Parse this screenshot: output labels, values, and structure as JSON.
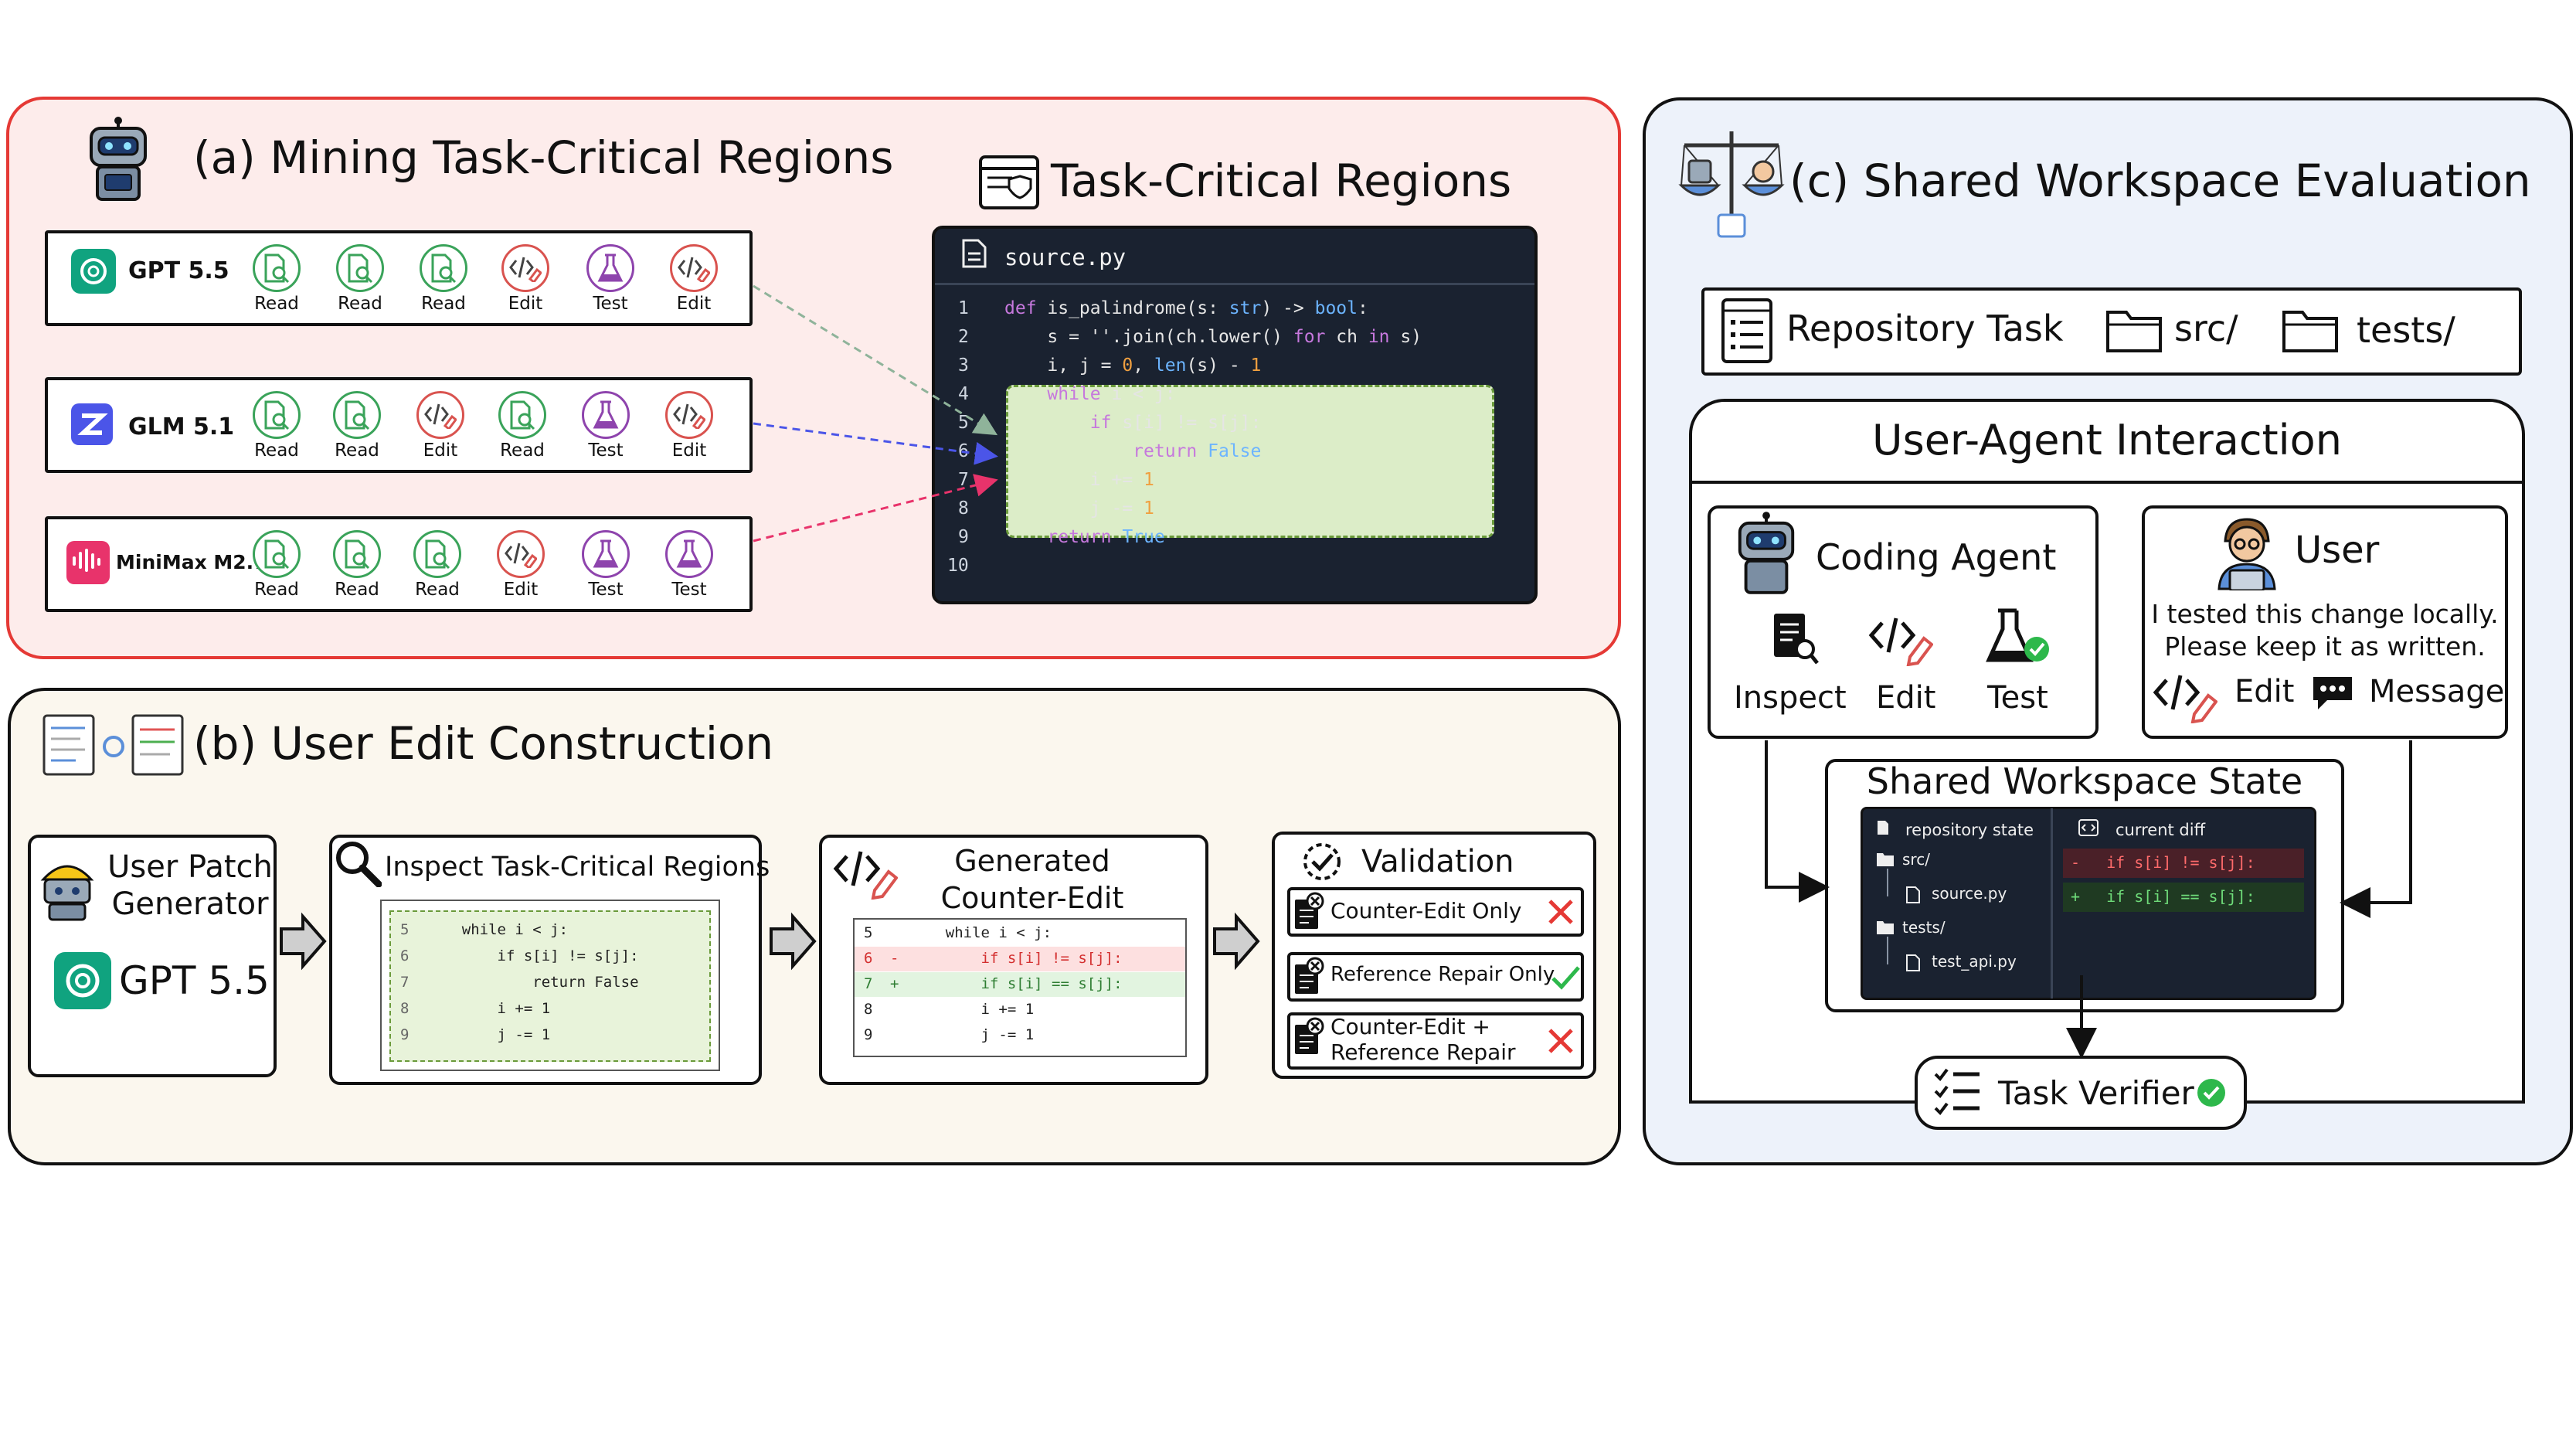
{
  "panel_a": {
    "title": "(a) Mining Task-Critical Regions",
    "models": [
      {
        "name": "GPT 5.5",
        "steps": [
          "Read",
          "Read",
          "Read",
          "Edit",
          "Test",
          "Edit"
        ]
      },
      {
        "name": "GLM 5.1",
        "steps": [
          "Read",
          "Read",
          "Edit",
          "Read",
          "Test",
          "Edit"
        ]
      },
      {
        "name": "MiniMax M2.7",
        "steps": [
          "Read",
          "Read",
          "Read",
          "Edit",
          "Test",
          "Test"
        ]
      }
    ],
    "regions_title": "Task-Critical Regions",
    "file_name": "source.py",
    "code_lines": [
      {
        "num": "1",
        "text": "def is_palindrome(s: str) -> bool:"
      },
      {
        "num": "2",
        "text": "    s = ''.join(ch.lower() for ch in s)"
      },
      {
        "num": "3",
        "text": "    i, j = 0, len(s) - 1"
      },
      {
        "num": "4",
        "text": "    while i < j:"
      },
      {
        "num": "5",
        "text": "        if s[i] != s[j]:"
      },
      {
        "num": "6",
        "text": "            return False"
      },
      {
        "num": "7",
        "text": "        i += 1"
      },
      {
        "num": "8",
        "text": "        j -= 1"
      },
      {
        "num": "9",
        "text": "    return True"
      },
      {
        "num": "10",
        "text": ""
      }
    ]
  },
  "panel_b": {
    "title": "(b) User Edit Construction",
    "generator_label": "User Patch Generator",
    "generator_model": "GPT 5.5",
    "inspect_title": "Inspect Task-Critical Regions",
    "inspect_lines": [
      {
        "num": "5",
        "text": "    while i < j:"
      },
      {
        "num": "6",
        "text": "        if s[i] != s[j]:"
      },
      {
        "num": "7",
        "text": "            return False"
      },
      {
        "num": "8",
        "text": "        i += 1"
      },
      {
        "num": "9",
        "text": "        j -= 1"
      }
    ],
    "counter_title": "Generated Counter-Edit",
    "counter_lines": [
      {
        "num": "5",
        "mark": "",
        "text": "    while i < j:",
        "kind": "ctx"
      },
      {
        "num": "6",
        "mark": "-",
        "text": "        if s[i] != s[j]:",
        "kind": "del"
      },
      {
        "num": "7",
        "mark": "+",
        "text": "        if s[i] == s[j]:",
        "kind": "add"
      },
      {
        "num": "8",
        "mark": "",
        "text": "        i += 1",
        "kind": "ctx"
      },
      {
        "num": "9",
        "mark": "",
        "text": "        j -= 1",
        "kind": "ctx"
      }
    ],
    "validation_title": "Validation",
    "validation_rows": [
      {
        "label": "Counter-Edit Only",
        "result": "fail"
      },
      {
        "label": "Reference Repair Only",
        "result": "pass"
      },
      {
        "label": "Counter-Edit + Reference Repair",
        "result": "fail"
      }
    ]
  },
  "panel_c": {
    "title": "(c) Shared Workspace Evaluation",
    "repo_task": "Repository Task",
    "folder_src": "src/",
    "folder_tests": "tests/",
    "interaction_title": "User-Agent Interaction",
    "agent_title": "Coding Agent",
    "agent_actions": [
      "Inspect",
      "Edit",
      "Test"
    ],
    "user_title": "User",
    "user_message": "I tested this change locally. Please keep it as written.",
    "user_actions": [
      "Edit",
      "Message"
    ],
    "workspace_title": "Shared Workspace State",
    "repo_state_label": "repository state",
    "diff_label": "current diff",
    "tree": [
      "src/",
      "source.py",
      "tests/",
      "test_api.py"
    ],
    "diff_lines": [
      {
        "mark": "-",
        "text": "  if s[i] != s[j]:"
      },
      {
        "mark": "+",
        "text": "  if s[i] == s[j]:"
      }
    ],
    "verifier": "Task Verifier"
  },
  "colors": {
    "panel_a_bg": "#fdeceb",
    "panel_a_border": "#e53935",
    "panel_b_bg": "#fbf7ee",
    "panel_c_bg": "#edf2fa",
    "read": "#3aa35a",
    "edit": "#d9534f",
    "test": "#8e44ad",
    "gpt": "#10a37f",
    "glm": "#4b55e8",
    "minimax": "#e8336b",
    "highlight": "#dcedc8",
    "diff_del": "#4a2028",
    "diff_add": "#1f3a22"
  }
}
